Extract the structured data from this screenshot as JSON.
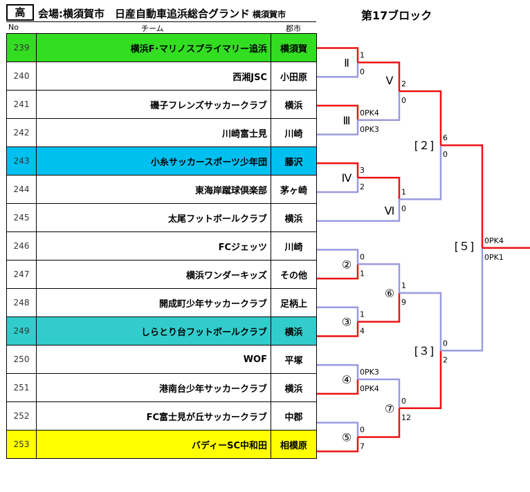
{
  "header": {
    "category": "高",
    "venue": "会場:横須賀市　日産自動車追浜総合グランド",
    "venue_city": "横須賀市",
    "block": "第17ブロック",
    "col_no": "No",
    "col_team": "チーム",
    "col_city": "郡市"
  },
  "colors": {
    "win": "#ee1111",
    "lose": "#9a9ae0",
    "green": "#33dd22",
    "cyan": "#00c0f0",
    "teal": "#33cccc",
    "yellow": "#ffff00"
  },
  "teams": [
    {
      "no": "239",
      "name": "横浜F･マリノスプライマリー追浜",
      "city": "横須賀",
      "bg": "#33dd22"
    },
    {
      "no": "240",
      "name": "西湘JSC",
      "city": "小田原",
      "bg": ""
    },
    {
      "no": "241",
      "name": "磯子フレンズサッカークラブ",
      "city": "横浜",
      "bg": ""
    },
    {
      "no": "242",
      "name": "川崎富士見",
      "city": "川崎",
      "bg": ""
    },
    {
      "no": "243",
      "name": "小糸サッカースポーツ少年団",
      "city": "藤沢",
      "bg": "#00c0f0"
    },
    {
      "no": "244",
      "name": "東海岸蹴球倶楽部",
      "city": "茅ヶ崎",
      "bg": ""
    },
    {
      "no": "245",
      "name": "太尾フットボールクラブ",
      "city": "横浜",
      "bg": ""
    },
    {
      "no": "246",
      "name": "FCジェッツ",
      "city": "川崎",
      "bg": ""
    },
    {
      "no": "247",
      "name": "横浜ワンダーキッズ",
      "city": "その他",
      "bg": ""
    },
    {
      "no": "248",
      "name": "開成町少年サッカークラブ",
      "city": "足柄上",
      "bg": ""
    },
    {
      "no": "249",
      "name": "しらとり台フットボールクラブ",
      "city": "横浜",
      "bg": "#33cccc"
    },
    {
      "no": "250",
      "name": "WOF",
      "city": "平塚",
      "bg": ""
    },
    {
      "no": "251",
      "name": "港南台少年サッカークラブ",
      "city": "横浜",
      "bg": ""
    },
    {
      "no": "252",
      "name": "FC富士見が丘サッカークラブ",
      "city": "中郡",
      "bg": ""
    },
    {
      "no": "253",
      "name": "バディーSC中和田",
      "city": "相模原",
      "bg": "#ffff00"
    }
  ],
  "chart_data": {
    "type": "bracket",
    "matches": [
      {
        "id": "Ⅱ",
        "a": "239",
        "b": "240",
        "score_a": "1",
        "score_b": "0",
        "winner": "a"
      },
      {
        "id": "Ⅲ",
        "a": "241",
        "b": "242",
        "score_a": "0PK4",
        "score_b": "0PK3",
        "winner": "a"
      },
      {
        "id": "Ⅳ",
        "a": "243",
        "b": "244",
        "score_a": "3",
        "score_b": "2",
        "winner": "a"
      },
      {
        "id": "Ⅴ",
        "a": "Ⅱ",
        "b": "Ⅲ",
        "score_a": "2",
        "score_b": "0",
        "winner": "a"
      },
      {
        "id": "Ⅵ",
        "a": "Ⅳ",
        "b": "245",
        "score_a": "1",
        "score_b": "0",
        "winner": "a"
      },
      {
        "id": "[２]",
        "a": "Ⅴ",
        "b": "Ⅵ",
        "score_a": "6",
        "score_b": "0",
        "winner": "a"
      },
      {
        "id": "②",
        "a": "246",
        "b": "247",
        "score_a": "0",
        "score_b": "1",
        "winner": "b"
      },
      {
        "id": "③",
        "a": "248",
        "b": "249",
        "score_a": "1",
        "score_b": "4",
        "winner": "b"
      },
      {
        "id": "④",
        "a": "250",
        "b": "251",
        "score_a": "0PK3",
        "score_b": "0PK4",
        "winner": "b"
      },
      {
        "id": "⑤",
        "a": "252",
        "b": "253",
        "score_a": "0",
        "score_b": "7",
        "winner": "b"
      },
      {
        "id": "⑥",
        "a": "②",
        "b": "③",
        "score_a": "1",
        "score_b": "9",
        "winner": "b"
      },
      {
        "id": "⑦",
        "a": "④",
        "b": "⑤",
        "score_a": "0",
        "score_b": "12",
        "winner": "b"
      },
      {
        "id": "[３]",
        "a": "⑥",
        "b": "⑦",
        "score_a": "0",
        "score_b": "2",
        "winner": "b"
      },
      {
        "id": "[５]",
        "a": "[２]",
        "b": "[３]",
        "score_a": "0PK4",
        "score_b": "0PK1",
        "winner": "a"
      }
    ]
  }
}
